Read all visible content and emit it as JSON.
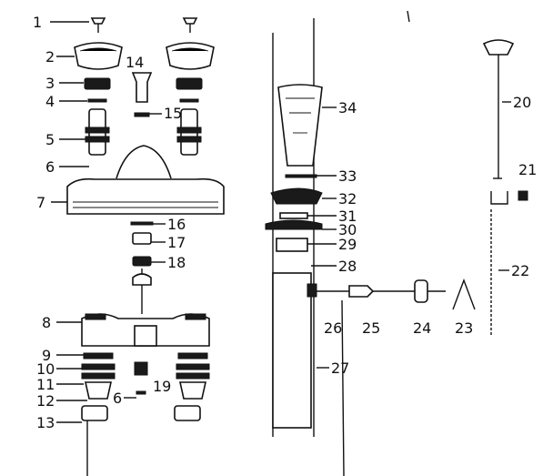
{
  "callouts": [
    "1",
    "2",
    "3",
    "4",
    "5",
    "6",
    "7",
    "14",
    "15",
    "16",
    "17",
    "18",
    "8",
    "9",
    "10",
    "11",
    "12",
    "6",
    "19",
    "13",
    "34",
    "33",
    "32",
    "31",
    "30",
    "29",
    "28",
    "26",
    "25",
    "24",
    "23",
    "27",
    "20",
    "21",
    "22"
  ]
}
